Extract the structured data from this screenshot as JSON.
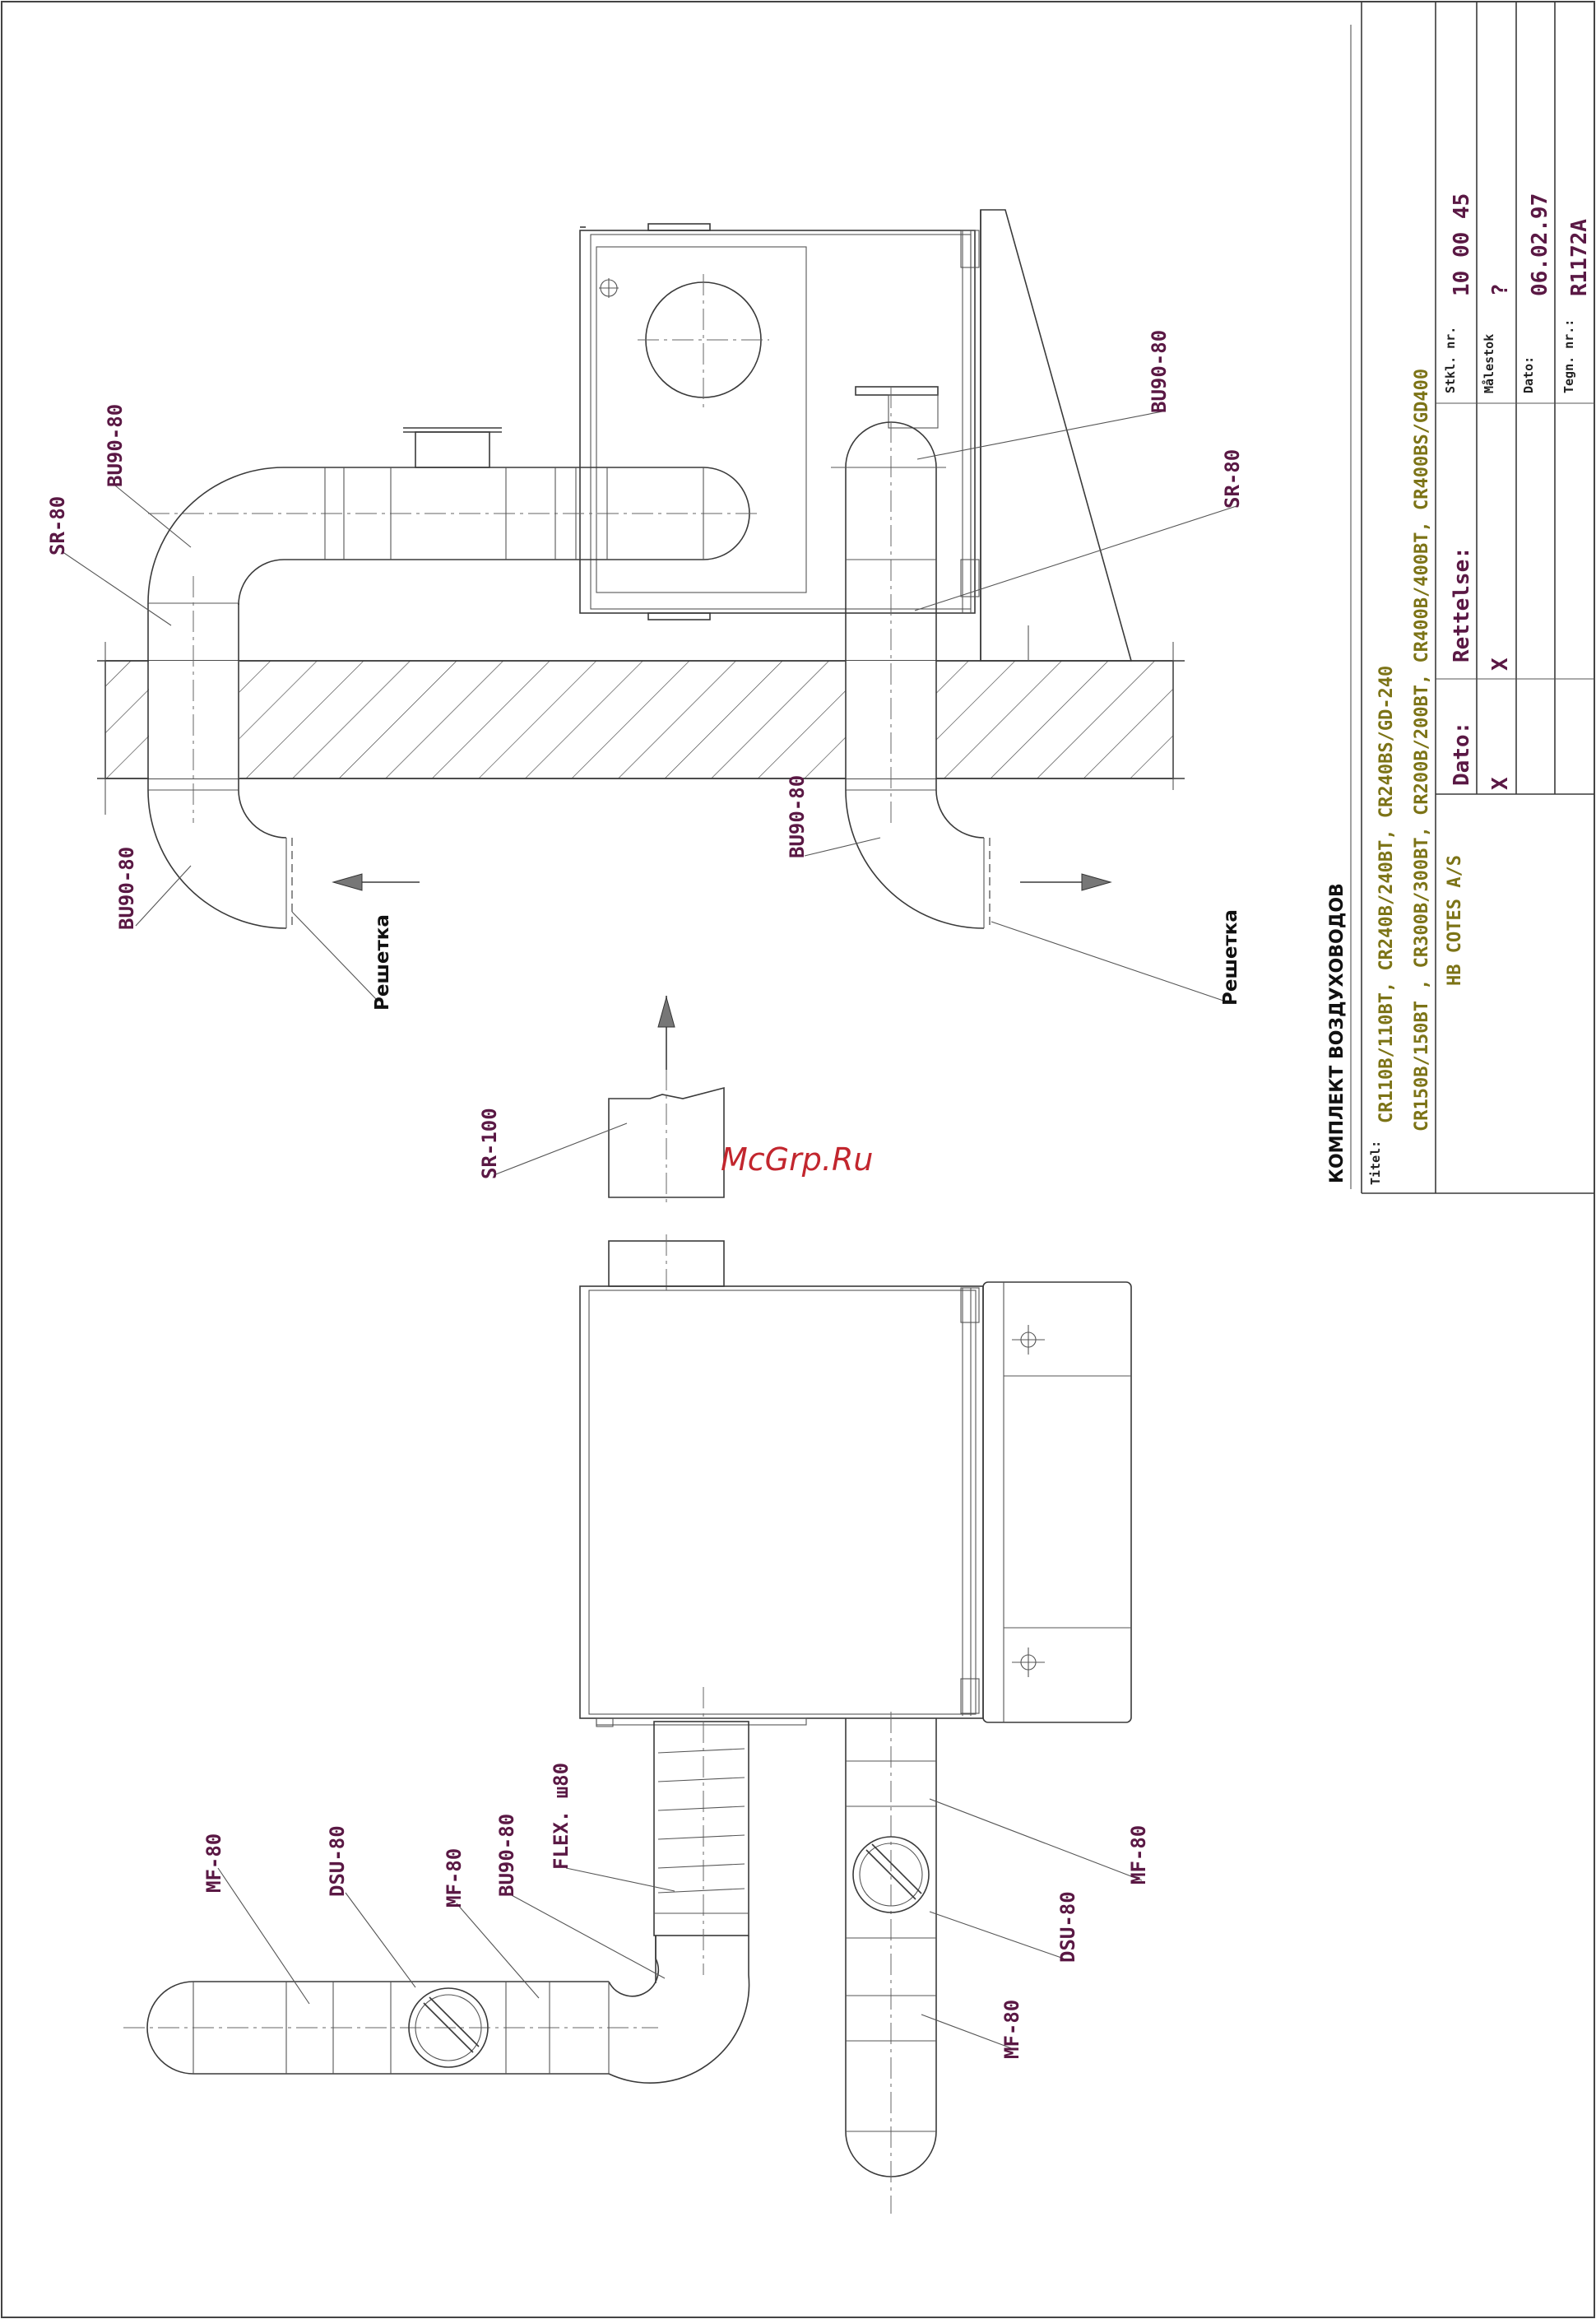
{
  "watermark": "McGrp.Ru",
  "labels": {
    "top_left_bu90_upper": "BU90-80",
    "top_left_sr": "SR-80",
    "top_left_bu90_lower": "BU90-80",
    "top_left_grille": "Решетка",
    "top_right_bu90_upper": "BU90-80",
    "top_right_sr": "SR-80",
    "top_right_bu90_lower": "BU90-80",
    "top_right_grille": "Решетка",
    "middle_sr": "SR-100",
    "bottom_mf_1": "MF-80",
    "bottom_dsu_1": "DSU-80",
    "bottom_mf_2": "MF-80",
    "bottom_bu90": "BU90-80",
    "bottom_flex": "FLEX. ш80",
    "bottom_right_mf_1": "MF-80",
    "bottom_right_dsu": "DSU-80",
    "bottom_right_mf_2": "MF-80"
  },
  "title_block": {
    "heading": "КОМПЛЕКТ ВОЗДУХОВОДОВ",
    "titel_label": "Titel:",
    "models_line1": "CR110B/110BT, CR240B/240BT, CR240BS/GD-240",
    "models_line2": "CR150B/150BT , CR300B/300BT, CR200B/200BT, CR400B/400BT, CR400BS/GD400",
    "company": "HB COTES A/S",
    "dato_label": "Dato:",
    "rettelse_label": "Rettelse:",
    "mark_1": "X",
    "mark_2": "X",
    "stkl_label": "Stkl. nr.",
    "stkl_value": "10 00 45",
    "malestok_label": "Målestok",
    "malestok_value": "?",
    "dato2_label": "Dato:",
    "dato2_value": "06.02.97",
    "tegn_label": "Tegn. nr.:",
    "tegn_value": "R1172A"
  }
}
